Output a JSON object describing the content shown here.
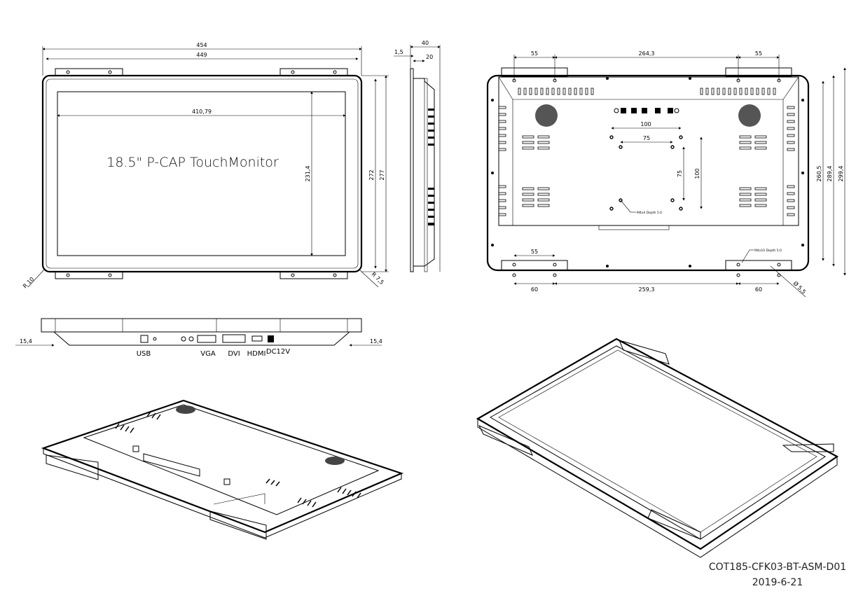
{
  "front_view": {
    "title": "18.5\" P-CAP TouchMonitor",
    "dims": {
      "overall_width": "454",
      "frame_width": "449",
      "screen_width": "410,79",
      "screen_height": "231,4",
      "frame_height": "272",
      "overall_height": "277",
      "radius_left": "R 10",
      "radius_right": "R 7,5"
    }
  },
  "side_view": {
    "dims": {
      "depth": "40",
      "bezel": "1,5",
      "body": "20"
    }
  },
  "rear_view": {
    "dims": {
      "bracket_top_left": "55",
      "top_spacing": "264,3",
      "bracket_top_right": "55",
      "vesa_100_h": "100",
      "vesa_75_h": "75",
      "vesa_75_v": "75",
      "vesa_100_v": "100",
      "height_inner": "260,5",
      "height_mid": "289,4",
      "height_outer": "299,4",
      "bracket_bottom_left": "55",
      "bottom_left": "60",
      "bottom_spacing": "259,3",
      "bottom_right": "60",
      "hole_diameter": "Ø 5,5"
    },
    "notes": {
      "vesa_screw": "M4x4 Depth 5.0",
      "bracket_screw": "M4x10 Depth 5.0"
    }
  },
  "bottom_view": {
    "dims": {
      "left_offset": "15,4",
      "right_offset": "15,4"
    },
    "ports": [
      "USB",
      "VGA",
      "DVI",
      "HDMI",
      "DC12V"
    ]
  },
  "title_block": {
    "drawing_number": "COT185-CFK03-BT-ASM-D01",
    "date": "2019-6-21"
  }
}
